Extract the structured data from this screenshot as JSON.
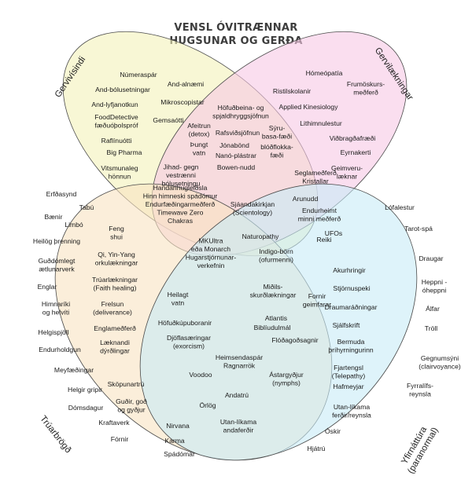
{
  "title_line1": "VENSL ÓVITRÆNNAR",
  "title_line2": "HUGSUNAR OG GERÐA",
  "sets": [
    {
      "name": "Gervivísindi",
      "color": "#f4f2b9"
    },
    {
      "name": "Gervilækningar",
      "color": "#f7c8e4"
    },
    {
      "name": "Trúarbrögð",
      "color": "#f9e3c2"
    },
    {
      "name": "Yfirnáttúra\n(paranormal)",
      "color": "#c8ebf7"
    }
  ],
  "items": [
    {
      "text": "Númeraspár"
    },
    {
      "text": "And-bólusetningar"
    },
    {
      "text": "And-alnæmi"
    },
    {
      "text": "And-lyfjanotkun"
    },
    {
      "text": "Mikroscopistar"
    },
    {
      "text": "FoodDetective\nfæðuóþolspróf"
    },
    {
      "text": "Gemsaótti"
    },
    {
      "text": "Raflínuótti"
    },
    {
      "text": "Big Pharma"
    },
    {
      "text": "Afeitrun\n(detox)"
    },
    {
      "text": "Þungt\nvatn"
    },
    {
      "text": "Höfuðbeina- og\nspjaldhryggsjöfnun"
    },
    {
      "text": "Rafsviðsjöfnun"
    },
    {
      "text": "Jónabönd"
    },
    {
      "text": "Nanó-plástrar"
    },
    {
      "text": "Bowen-nudd"
    },
    {
      "text": "Sýru-\nbasa-fæði"
    },
    {
      "text": "blóðflokka-\nfæði"
    },
    {
      "text": "Hómeópatía"
    },
    {
      "text": "Ristilskolanir"
    },
    {
      "text": "Frumöskurs-\nmeðferð"
    },
    {
      "text": "Applied Kinesiology"
    },
    {
      "text": "Lithimnulestur"
    },
    {
      "text": "Viðbragðafræði"
    },
    {
      "text": "Eyrnakerti"
    },
    {
      "text": "Vitsmunaleg\nhönnun"
    },
    {
      "text": "Jihad- gegn\nvestrænni\nbólusetningu"
    },
    {
      "text": "Handanhugleiðsla\nHinn himneski spádómur\nEndurfæðingarmeðferð\nTimewave Zero\nChakras"
    },
    {
      "text": "Geimveru-\nlæknar"
    },
    {
      "text": "Seglameðferð\nKristallar"
    },
    {
      "text": "Sjáandakirkjan\n(Scientology)"
    },
    {
      "text": "Arunudd"
    },
    {
      "text": "Endurheimt\nminni meðferð"
    },
    {
      "text": "Naturopathy"
    },
    {
      "text": "Reiki"
    },
    {
      "text": "UFOs"
    },
    {
      "text": "MKUltra\neða Monarch\nHugarstjórnunar-\nverkefnin"
    },
    {
      "text": "Indigo-börn\n(ofurmenni)"
    },
    {
      "text": "Miðils-\nskurðlækningar"
    },
    {
      "text": "Feng\nshui"
    },
    {
      "text": "Qi, Yin-Yang\norkulækningar"
    },
    {
      "text": "Trúarlækningar\n(Faith healing)"
    },
    {
      "text": "Frelsun\n(deliverance)"
    },
    {
      "text": "Englameðferð"
    },
    {
      "text": "Læknandi\ndýrðlingar"
    },
    {
      "text": "Heilagt\nvatn"
    },
    {
      "text": "Höfuðkúpuboranir"
    },
    {
      "text": "Djöflasæringar\n(exorcism)"
    },
    {
      "text": "Fornir\ngeimfarar"
    },
    {
      "text": "Atlantis"
    },
    {
      "text": "Biblíudulmál"
    },
    {
      "text": "Flóðagoðsagnir"
    },
    {
      "text": "Akurhringir"
    },
    {
      "text": "Stjörnuspeki"
    },
    {
      "text": "Draumaráðningar"
    },
    {
      "text": "Sjálfskrift"
    },
    {
      "text": "Bermuda\nþríhyrningurinn"
    },
    {
      "text": "Fjartengsl\n(Telepathy)"
    },
    {
      "text": "Lófalestur"
    },
    {
      "text": "Tarot-spá"
    },
    {
      "text": "Draugar"
    },
    {
      "text": "Heppni -\nóheppni"
    },
    {
      "text": "Álfar"
    },
    {
      "text": "Tröll"
    },
    {
      "text": "Gegnumsýni\n(clairvoyance)"
    },
    {
      "text": "Fyrralífs-\nreynsla"
    },
    {
      "text": "Hafmeyjar"
    },
    {
      "text": "Utan-líkama\nferðir/reynsla"
    },
    {
      "text": "Óskir"
    },
    {
      "text": "Hjátrú"
    },
    {
      "text": "Erfðasynd"
    },
    {
      "text": "Tabú"
    },
    {
      "text": "Bænir"
    },
    {
      "text": "Limbó"
    },
    {
      "text": "Heilög þrenning"
    },
    {
      "text": "Guðdómlegt\nætlunarverk"
    },
    {
      "text": "Englar"
    },
    {
      "text": "Himnaríki\nog helvíti"
    },
    {
      "text": "Helgispjöll"
    },
    {
      "text": "Endurholdgun"
    },
    {
      "text": "Meyfæðingar"
    },
    {
      "text": "Helgir gripir"
    },
    {
      "text": "Dómsdagur"
    },
    {
      "text": "Sköpunartrú"
    },
    {
      "text": "Guðir, goð\nog gyðjur"
    },
    {
      "text": "Kraftaverk"
    },
    {
      "text": "Fórnir"
    },
    {
      "text": "Nirvana"
    },
    {
      "text": "Karma"
    },
    {
      "text": "Spádómar"
    },
    {
      "text": "Heimsendaspár\nRagnarrök"
    },
    {
      "text": "Voodoo"
    },
    {
      "text": "Ástargyðjur\n(nymphs)"
    },
    {
      "text": "Andatrú"
    },
    {
      "text": "Örlög"
    },
    {
      "text": "Utan-líkama\nandaferðir"
    }
  ]
}
